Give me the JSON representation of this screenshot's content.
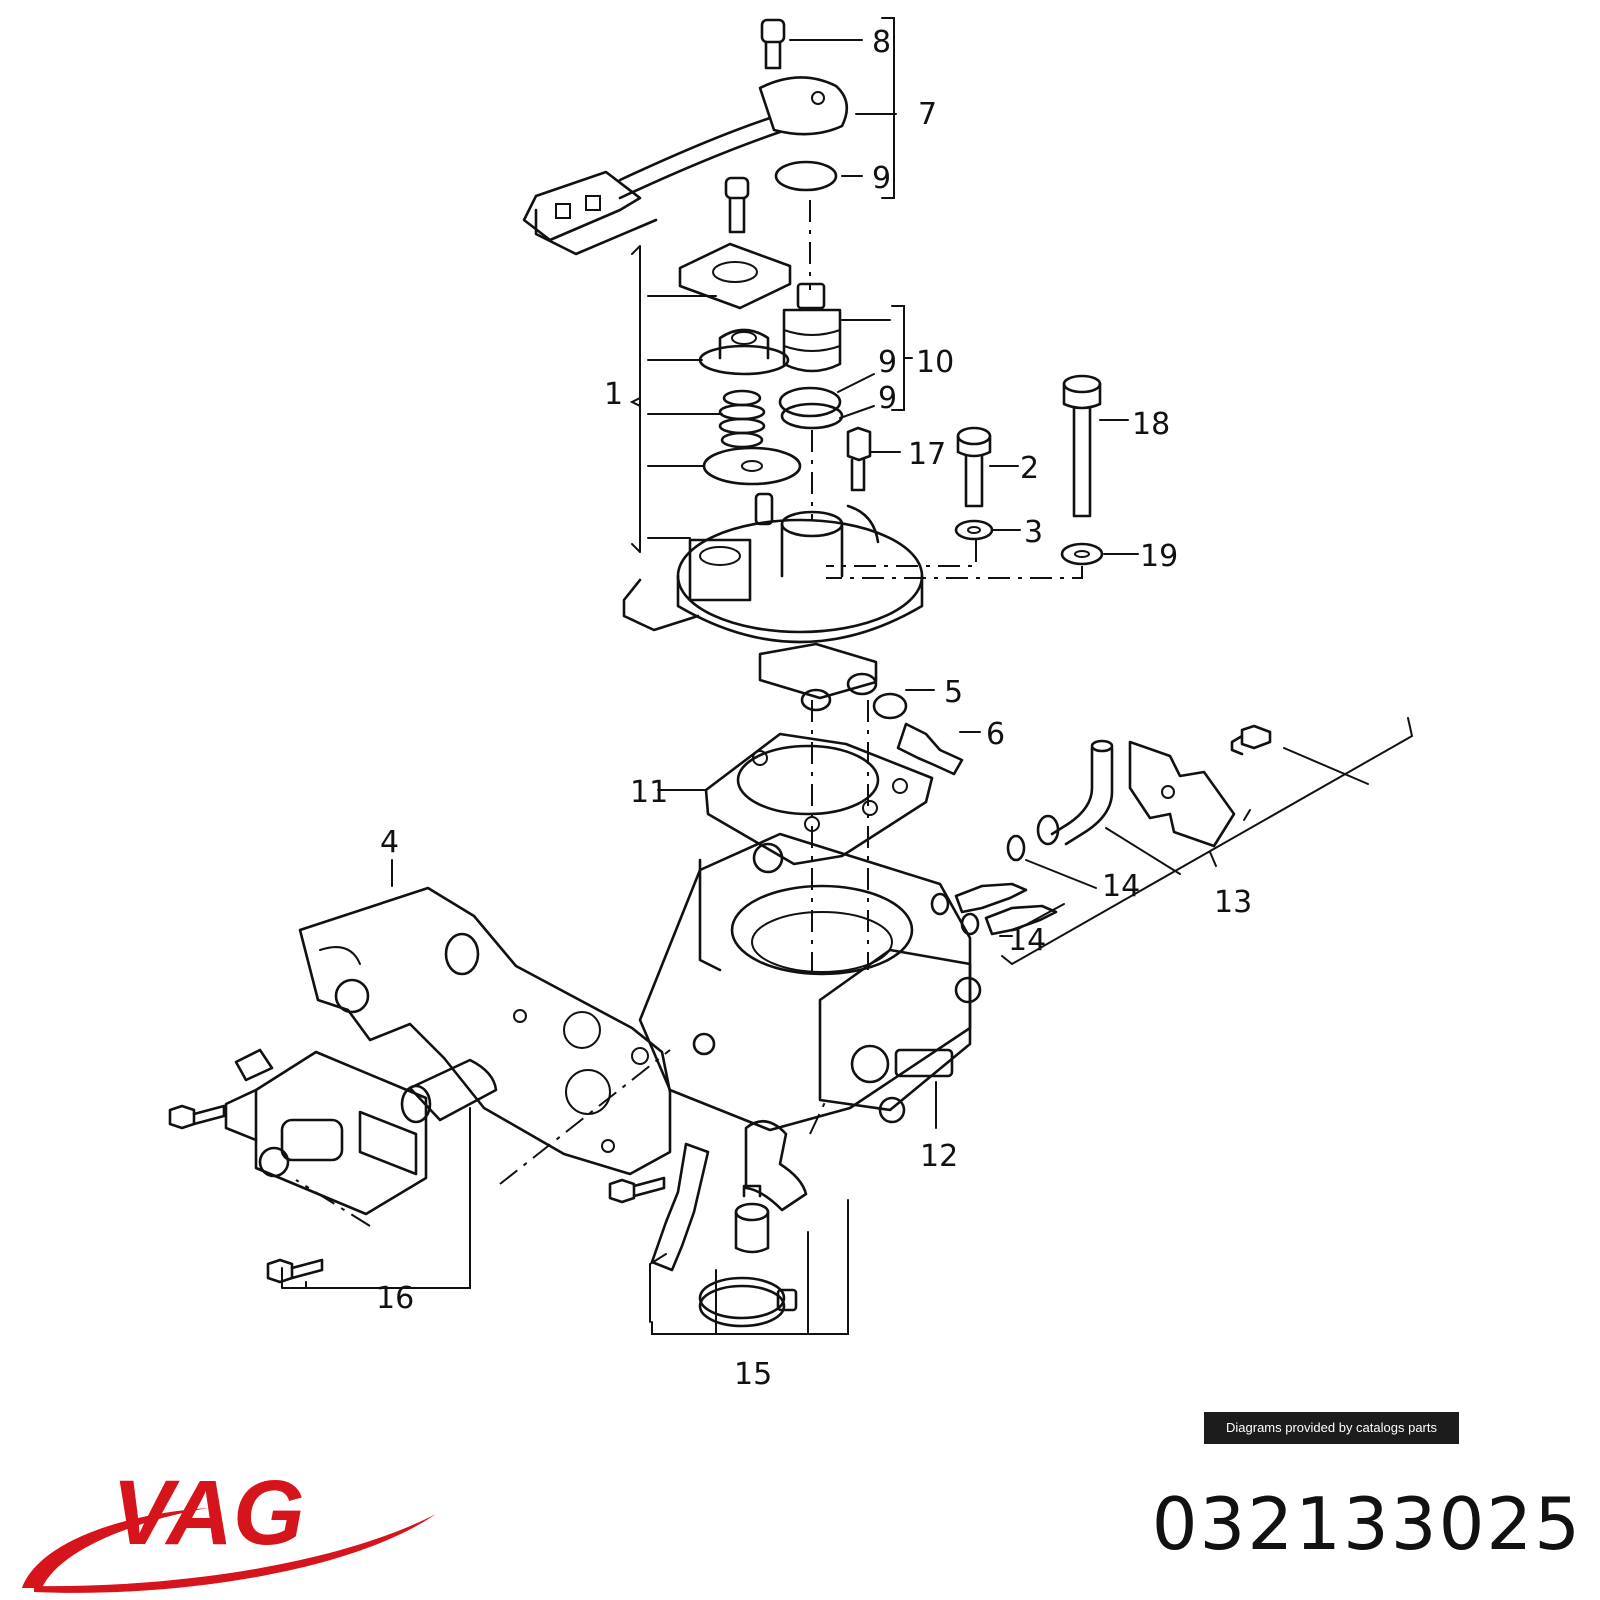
{
  "diagram": {
    "callouts": [
      "1",
      "2",
      "3",
      "4",
      "5",
      "6",
      "7",
      "8",
      "9",
      "9",
      "9",
      "10",
      "11",
      "12",
      "13",
      "14",
      "14",
      "15",
      "16",
      "17",
      "18",
      "19"
    ]
  },
  "footer": {
    "credit": "Diagrams provided by catalogs parts",
    "part_number": "032133025"
  },
  "logo": {
    "text": "VAG",
    "color": "#d6141c"
  }
}
